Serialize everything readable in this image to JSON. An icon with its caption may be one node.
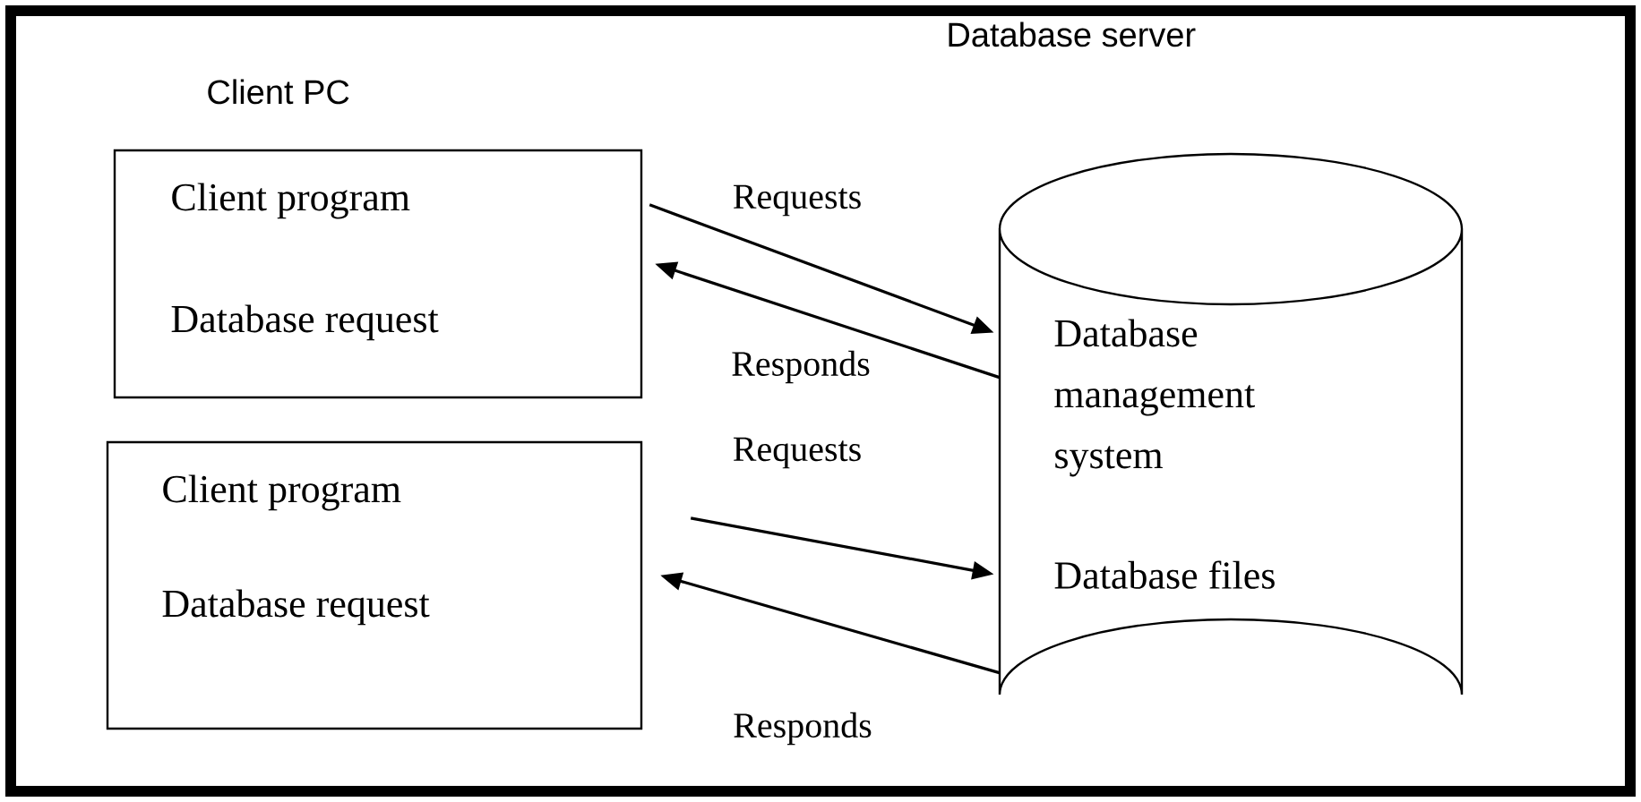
{
  "diagram": {
    "nodes": [
      {
        "text": [
          "Client PC",
          "Client program",
          "Database request"
        ]
      },
      {
        "text": [
          "Client program",
          "Database request"
        ]
      },
      {
        "text": [
          "Database server",
          "Database management system",
          "Database files"
        ]
      }
    ],
    "edges": [
      {
        "from": 0,
        "to": 2,
        "arrow": "to",
        "label": "Requests"
      },
      {
        "from": 2,
        "to": 0,
        "arrow": "to",
        "label": "Responds"
      },
      {
        "from": 1,
        "to": 2,
        "arrow": "to",
        "label": "Requests"
      },
      {
        "from": 2,
        "to": 1,
        "arrow": "to",
        "label": "Responds"
      }
    ]
  }
}
